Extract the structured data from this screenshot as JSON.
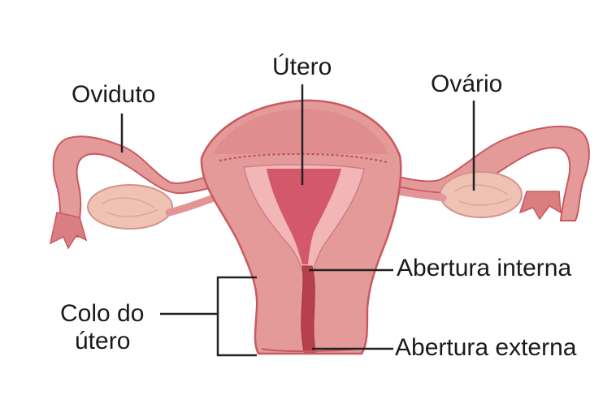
{
  "diagram": {
    "labels": {
      "utero": "Útero",
      "oviduto": "Oviduto",
      "ovario": "Ovário",
      "abertura_interna": "Abertura interna",
      "abertura_externa": "Abertura externa",
      "colo_line1": "Colo do",
      "colo_line2": "útero"
    },
    "colors": {
      "tissue": "#e59a9a",
      "tissue_dark": "#c9595f",
      "cavity": "#d2586a",
      "ovary": "#efc2b4",
      "leader_line": "#222222"
    }
  }
}
